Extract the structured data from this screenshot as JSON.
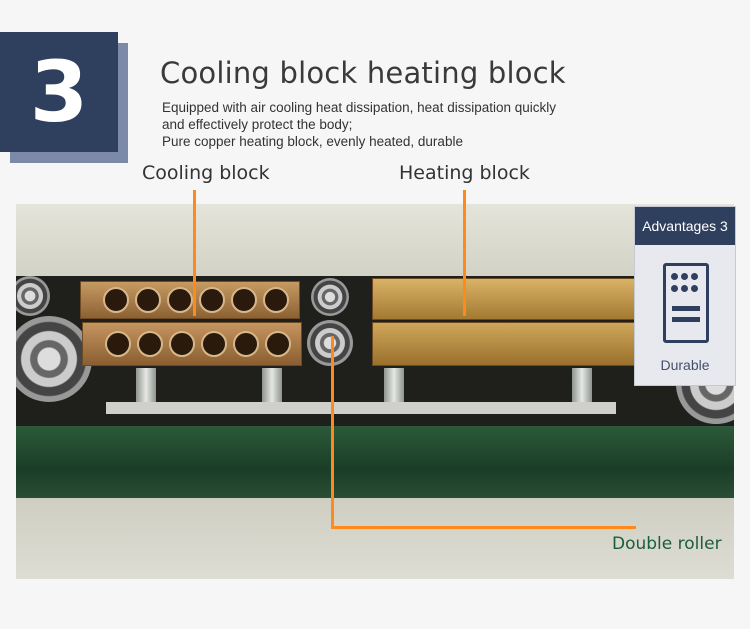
{
  "step_number": "3",
  "title": "Cooling block heating block",
  "description": [
    "Equipped with air cooling heat dissipation, heat dissipation quickly",
    "and effectively protect the body;",
    "Pure copper heating block, evenly heated, durable"
  ],
  "labels": {
    "cooling": "Cooling block",
    "heating": "Heating block",
    "roller": "Double roller"
  },
  "advantages": {
    "heading": "Advantages 3",
    "icon": "copper-block-icon",
    "label": "Durable"
  },
  "colors": {
    "badge": "#2f3f5e",
    "callout": "#ff8a1a",
    "roller_label": "#1b5e3b"
  }
}
